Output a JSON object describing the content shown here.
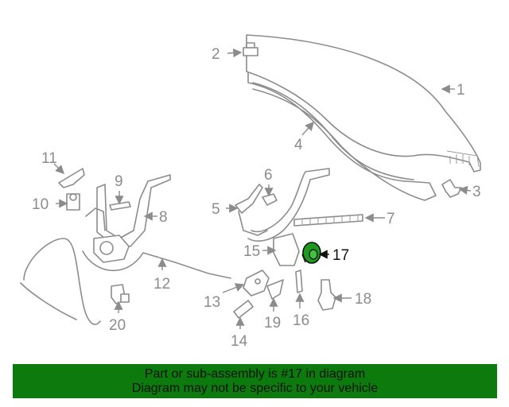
{
  "callouts": {
    "c1": "1",
    "c2": "2",
    "c3": "3",
    "c4": "4",
    "c5": "5",
    "c6": "6",
    "c7": "7",
    "c8": "8",
    "c9": "9",
    "c10": "10",
    "c11": "11",
    "c12": "12",
    "c13": "13",
    "c14": "14",
    "c15": "15",
    "c16": "16",
    "c17": "17",
    "c18": "18",
    "c19": "19",
    "c20": "20"
  },
  "highlighted_part": "17",
  "banner": {
    "line1": "Part or sub-assembly is #17 in diagram",
    "line2": "Diagram may not be specific to your vehicle"
  },
  "colors": {
    "highlight_fill": "#1f9a1f",
    "banner_bg": "#0c7a0c",
    "line_gray": "#8c8c8c"
  }
}
